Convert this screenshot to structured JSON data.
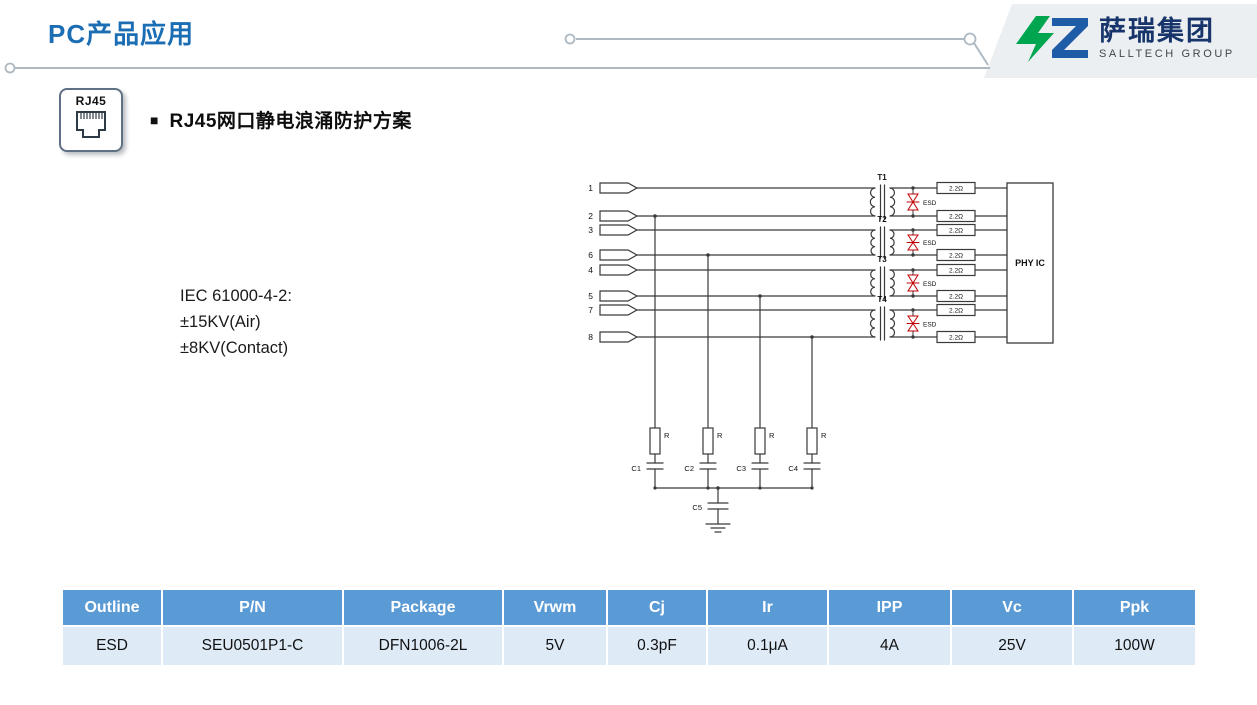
{
  "page": {
    "title": "PC产品应用"
  },
  "logo": {
    "name": "萨瑞集团",
    "subtitle": "SALLTECH GROUP"
  },
  "section": {
    "icon_label": "RJ45",
    "bullet": "■",
    "heading": "RJ45网口静电浪涌防护方案"
  },
  "spec_note": {
    "line1": "IEC 61000-4-2:",
    "line2": "±15KV(Air)",
    "line3": "±8KV(Contact)"
  },
  "schematic": {
    "pins": [
      "1",
      "2",
      "3",
      "6",
      "4",
      "5",
      "7",
      "8"
    ],
    "transformers": [
      "T1",
      "T2",
      "T3",
      "T4"
    ],
    "esd_label": "ESD",
    "series_resistor": "2.2Ω",
    "phy_label": "PHY IC",
    "pulldown_resistor": "R",
    "capacitors": [
      "C1",
      "C2",
      "C3",
      "C4",
      "C5"
    ]
  },
  "table": {
    "headers": [
      "Outline",
      "P/N",
      "Package",
      "Vrwm",
      "Cj",
      "Ir",
      "IPP",
      "Vc",
      "Ppk"
    ],
    "rows": [
      [
        "ESD",
        "SEU0501P1-C",
        "DFN1006-2L",
        "5V",
        "0.3pF",
        "0.1μA",
        "4A",
        "25V",
        "100W"
      ]
    ]
  },
  "colors": {
    "title_blue": "#1B6EB4",
    "table_header_blue": "#5B9BD5",
    "table_row_blue": "#DEEAF6",
    "esd_red": "#C00000",
    "logo_green": "#00A54F",
    "logo_blue": "#1E5CA8",
    "wire": "#3A3A3A"
  }
}
